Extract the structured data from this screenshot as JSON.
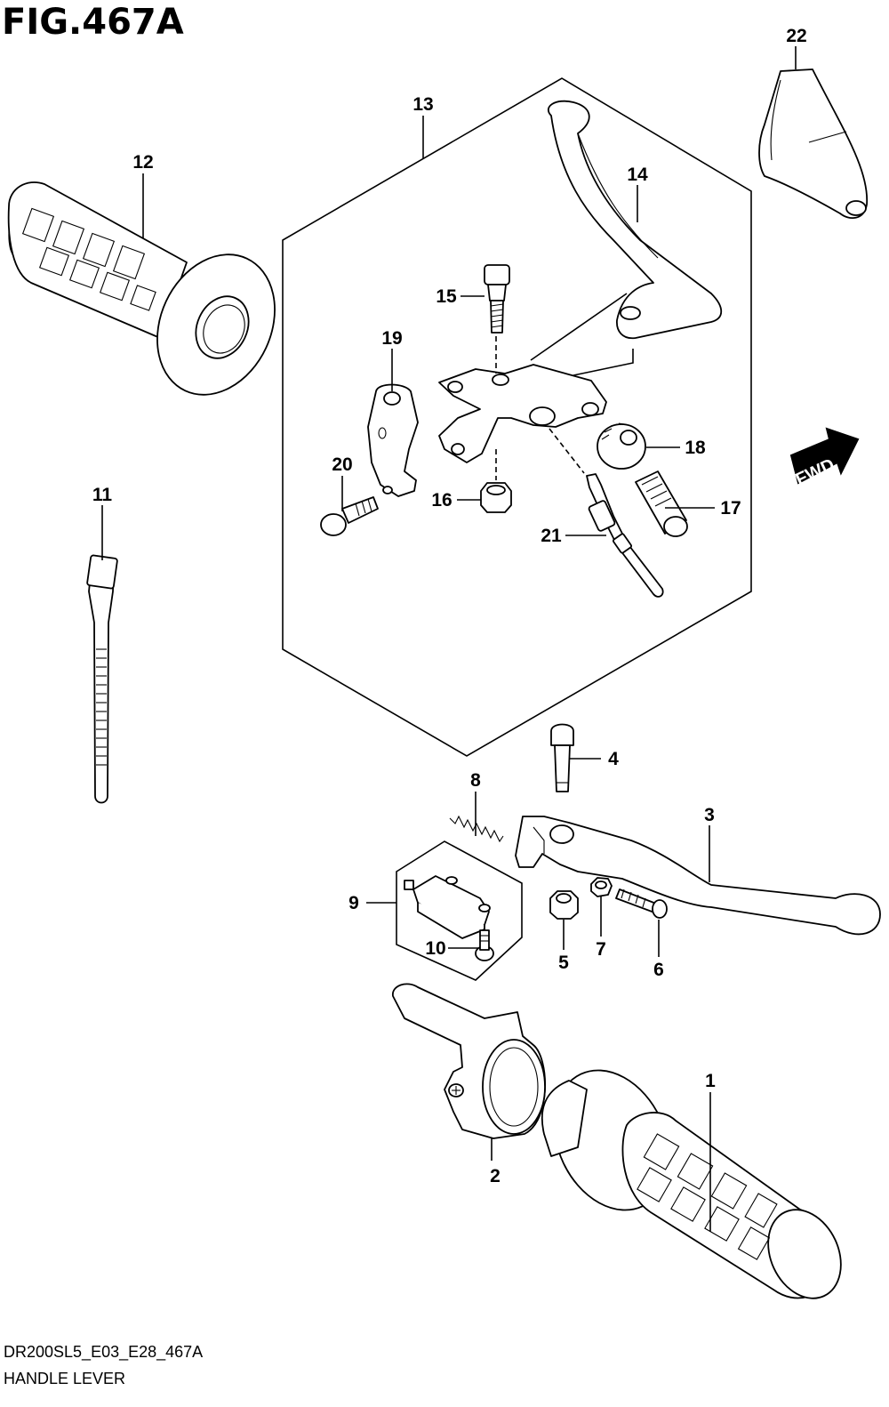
{
  "figure": {
    "title": "FIG.467A",
    "model_code": "DR200SL5_E03_E28_467A",
    "caption": "HANDLE LEVER"
  },
  "direction_badge": {
    "label": "FWD",
    "icon": "forward-arrow-icon"
  },
  "callouts": {
    "c1": "1",
    "c2": "2",
    "c3": "3",
    "c4": "4",
    "c5": "5",
    "c6": "6",
    "c7": "7",
    "c8": "8",
    "c9": "9",
    "c10": "10",
    "c11": "11",
    "c12": "12",
    "c13": "13",
    "c14": "14",
    "c15": "15",
    "c16": "16",
    "c17": "17",
    "c18": "18",
    "c19": "19",
    "c20": "20",
    "c21": "21",
    "c22": "22"
  }
}
